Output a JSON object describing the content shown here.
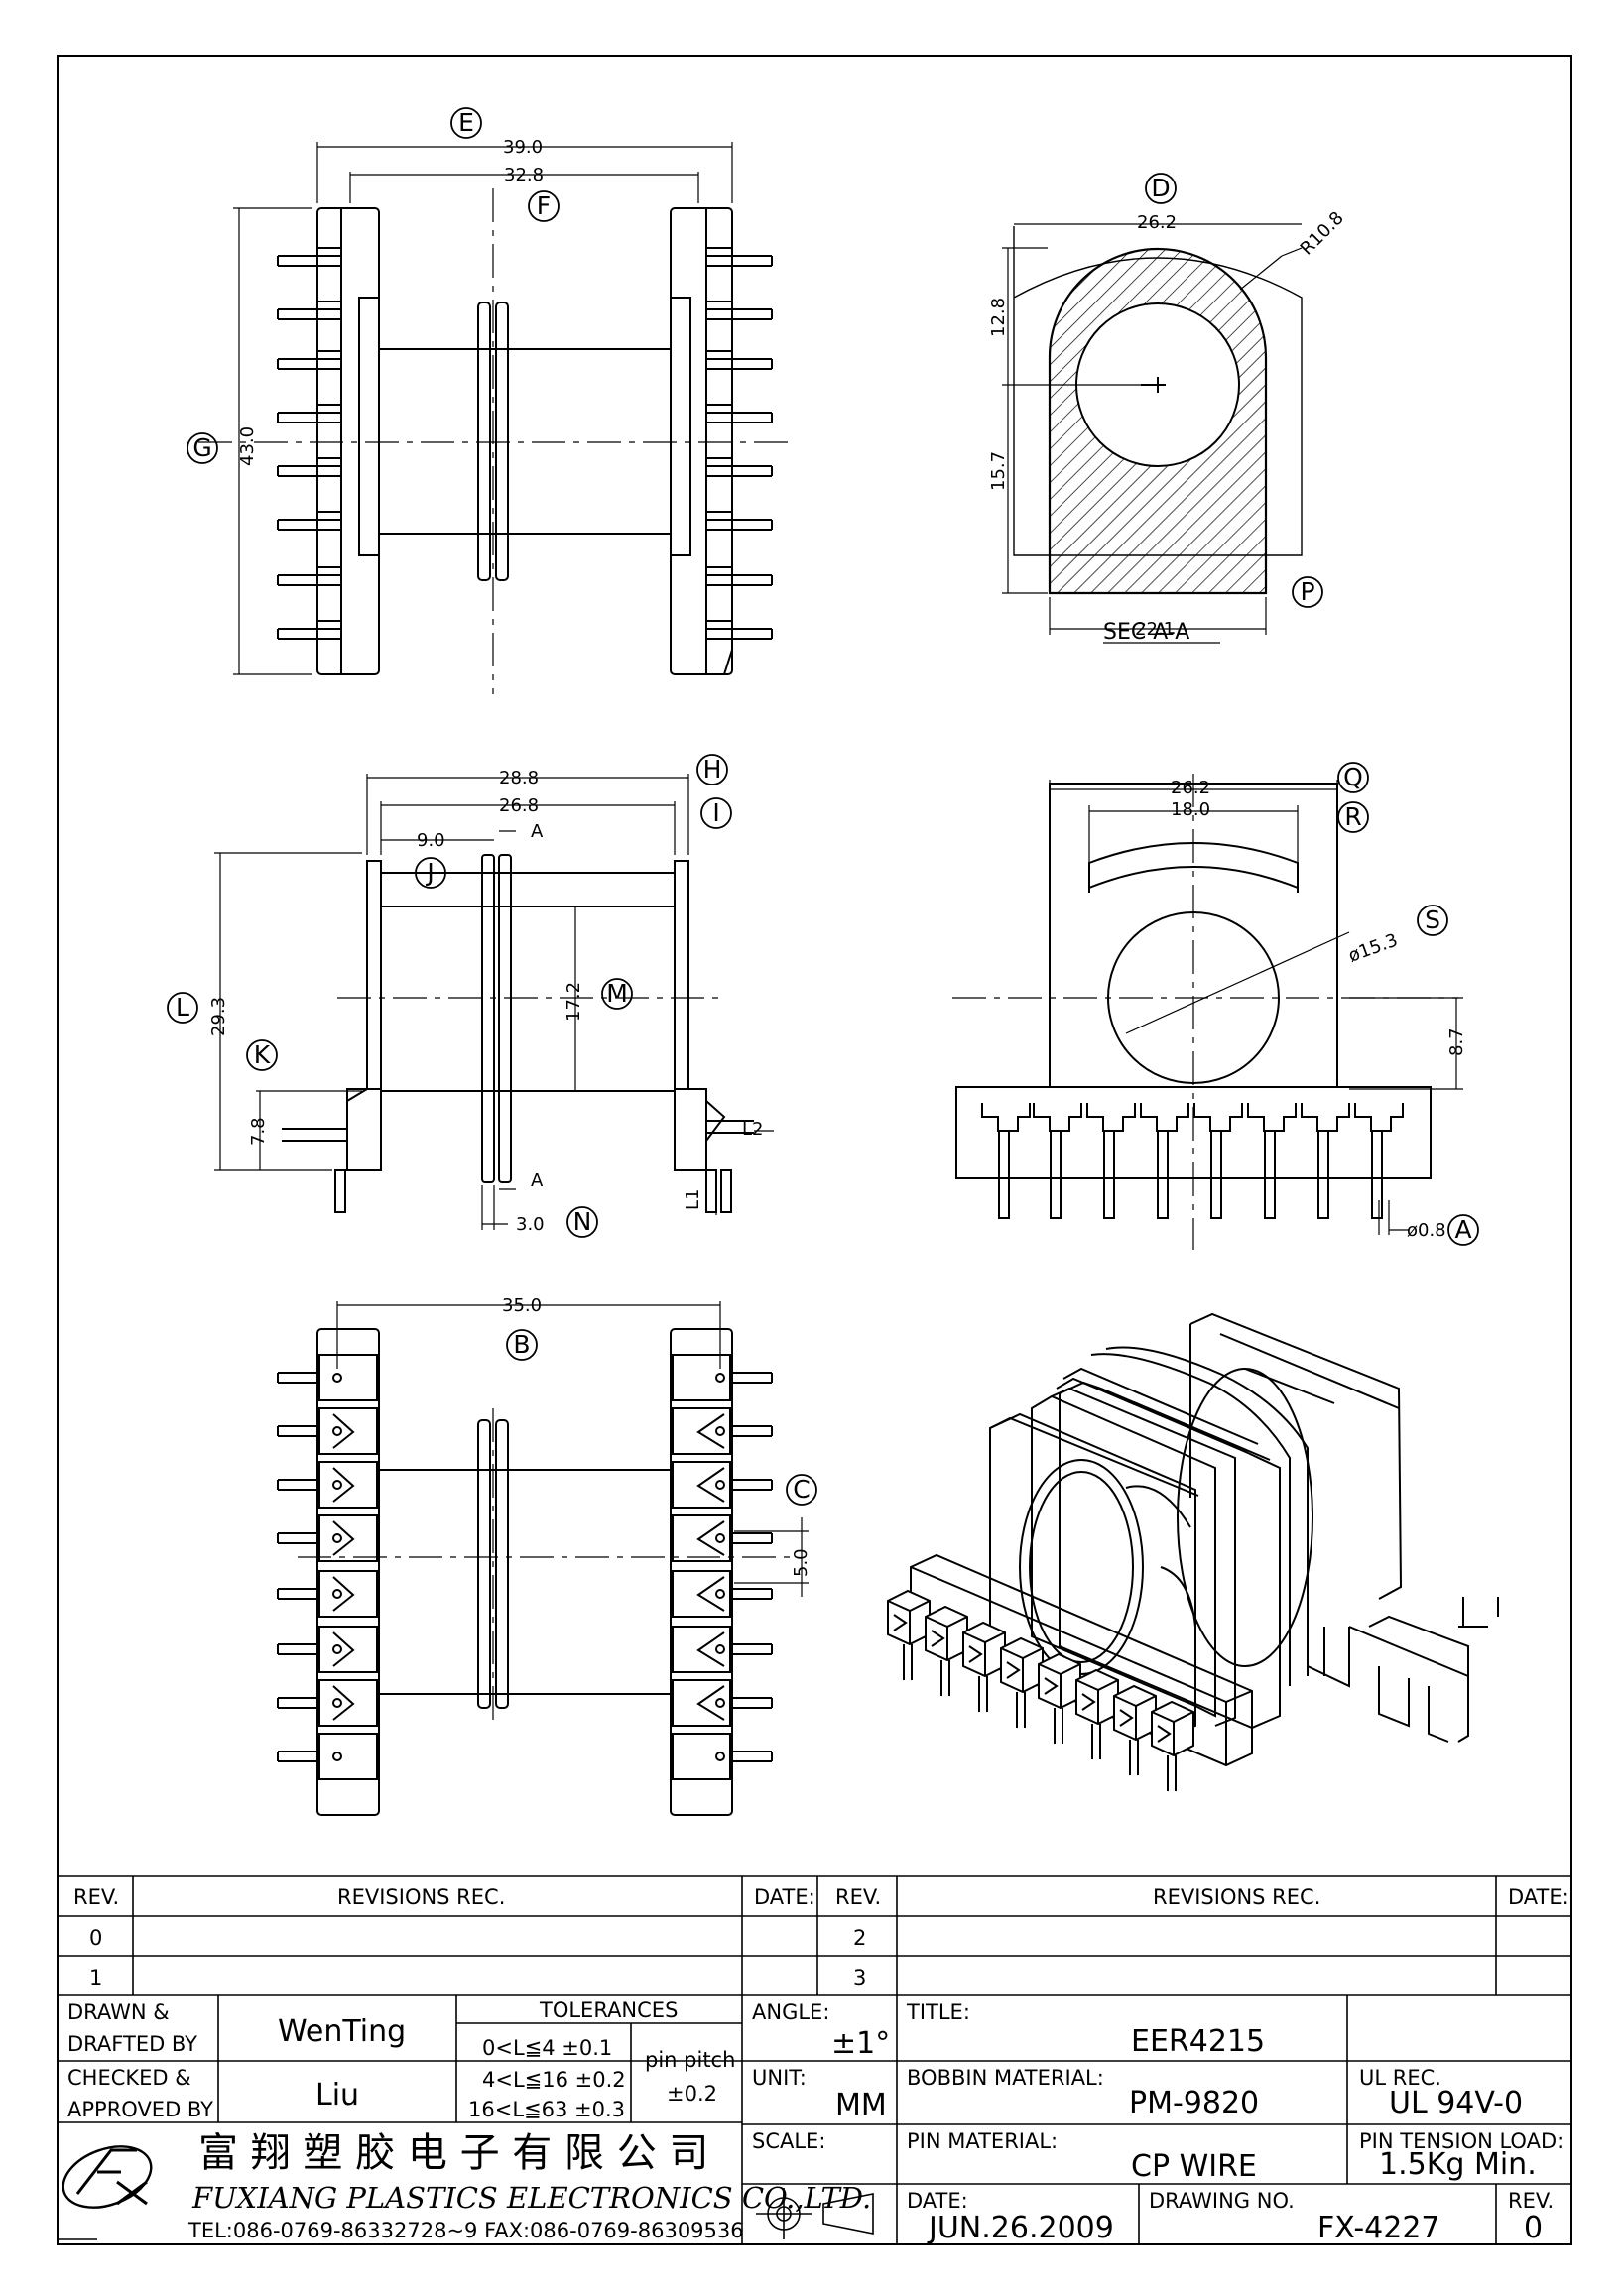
{
  "drawing": {
    "part_title": "EER4215",
    "drawn_by_label": "DRAWN &",
    "drafted_by_label": "DRAFTED BY",
    "drawn_by": "WenTing",
    "checked_label": "CHECKED &",
    "approved_label": "APPROVED BY",
    "checked_by": "Liu",
    "tolerances_label": "TOLERANCES",
    "tol_row1": "0<L≦4   ±0.1",
    "tol_row2": "4<L≦16  ±0.2",
    "tol_row3": "16<L≦63  ±0.3",
    "pin_pitch_label": "pin pitch",
    "pin_pitch_tol": "±0.2",
    "angle_label": "ANGLE:",
    "angle_value": "±1°",
    "unit_label": "UNIT:",
    "unit_value": "MM",
    "scale_label": "SCALE:",
    "title_label": "TITLE:",
    "bobbin_material_label": "BOBBIN MATERIAL:",
    "bobbin_material": "PM-9820",
    "ul_rec_label": "UL REC.",
    "ul_rec": "UL 94V-0",
    "pin_material_label": "PIN MATERIAL:",
    "pin_material": "CP WIRE",
    "pin_tension_label": "PIN TENSION LOAD:",
    "pin_tension": "1.5Kg Min.",
    "date_label": "DATE:",
    "date": "JUN.26.2009",
    "drawing_no_label": "DRAWING NO.",
    "drawing_no": "FX-4227",
    "rev_label": "REV.",
    "rev_value": "0"
  },
  "revisions": {
    "rev_header": "REV.",
    "revisions_header": "REVISIONS   REC.",
    "date_header": "DATE:",
    "rows_left": [
      "0",
      "1"
    ],
    "rows_right": [
      "2",
      "3"
    ]
  },
  "company": {
    "name_cn": "富 翔 塑 胶 电 子 有 限 公 司",
    "name_en": "FUXIANG PLASTICS ELECTRONICS CO.,LTD.",
    "contact": "TEL:086-0769-86332728~9   FAX:086-0769-86309536"
  },
  "dimensions": {
    "d39": "39.0",
    "d32_8": "32.8",
    "d43": "43.0",
    "d26_2a": "26.2",
    "r10_8": "R10.8",
    "d12_8": "12.8",
    "d15_7": "15.7",
    "d22_1": "22.1",
    "sec_label": "SEC A-A",
    "d28_8": "28.8",
    "d26_8": "26.8",
    "d9_0": "9.0",
    "a_mark": "A",
    "d29_3": "29.3",
    "d17_2": "17.2",
    "d7_8": "7.8",
    "d3_0": "3.0",
    "l1": "L1",
    "l2": "L2",
    "d26_2b": "26.2",
    "d18_0": "18.0",
    "phi15_3": "ø15.3",
    "d8_7": "8.7",
    "phi0_8": "ø0.8",
    "d35_0": "35.0",
    "d5_0": "5.0"
  },
  "balloons": [
    "E",
    "F",
    "G",
    "D",
    "P",
    "H",
    "I",
    "J",
    "L",
    "K",
    "M",
    "N",
    "Q",
    "R",
    "S",
    "A",
    "B",
    "C"
  ]
}
